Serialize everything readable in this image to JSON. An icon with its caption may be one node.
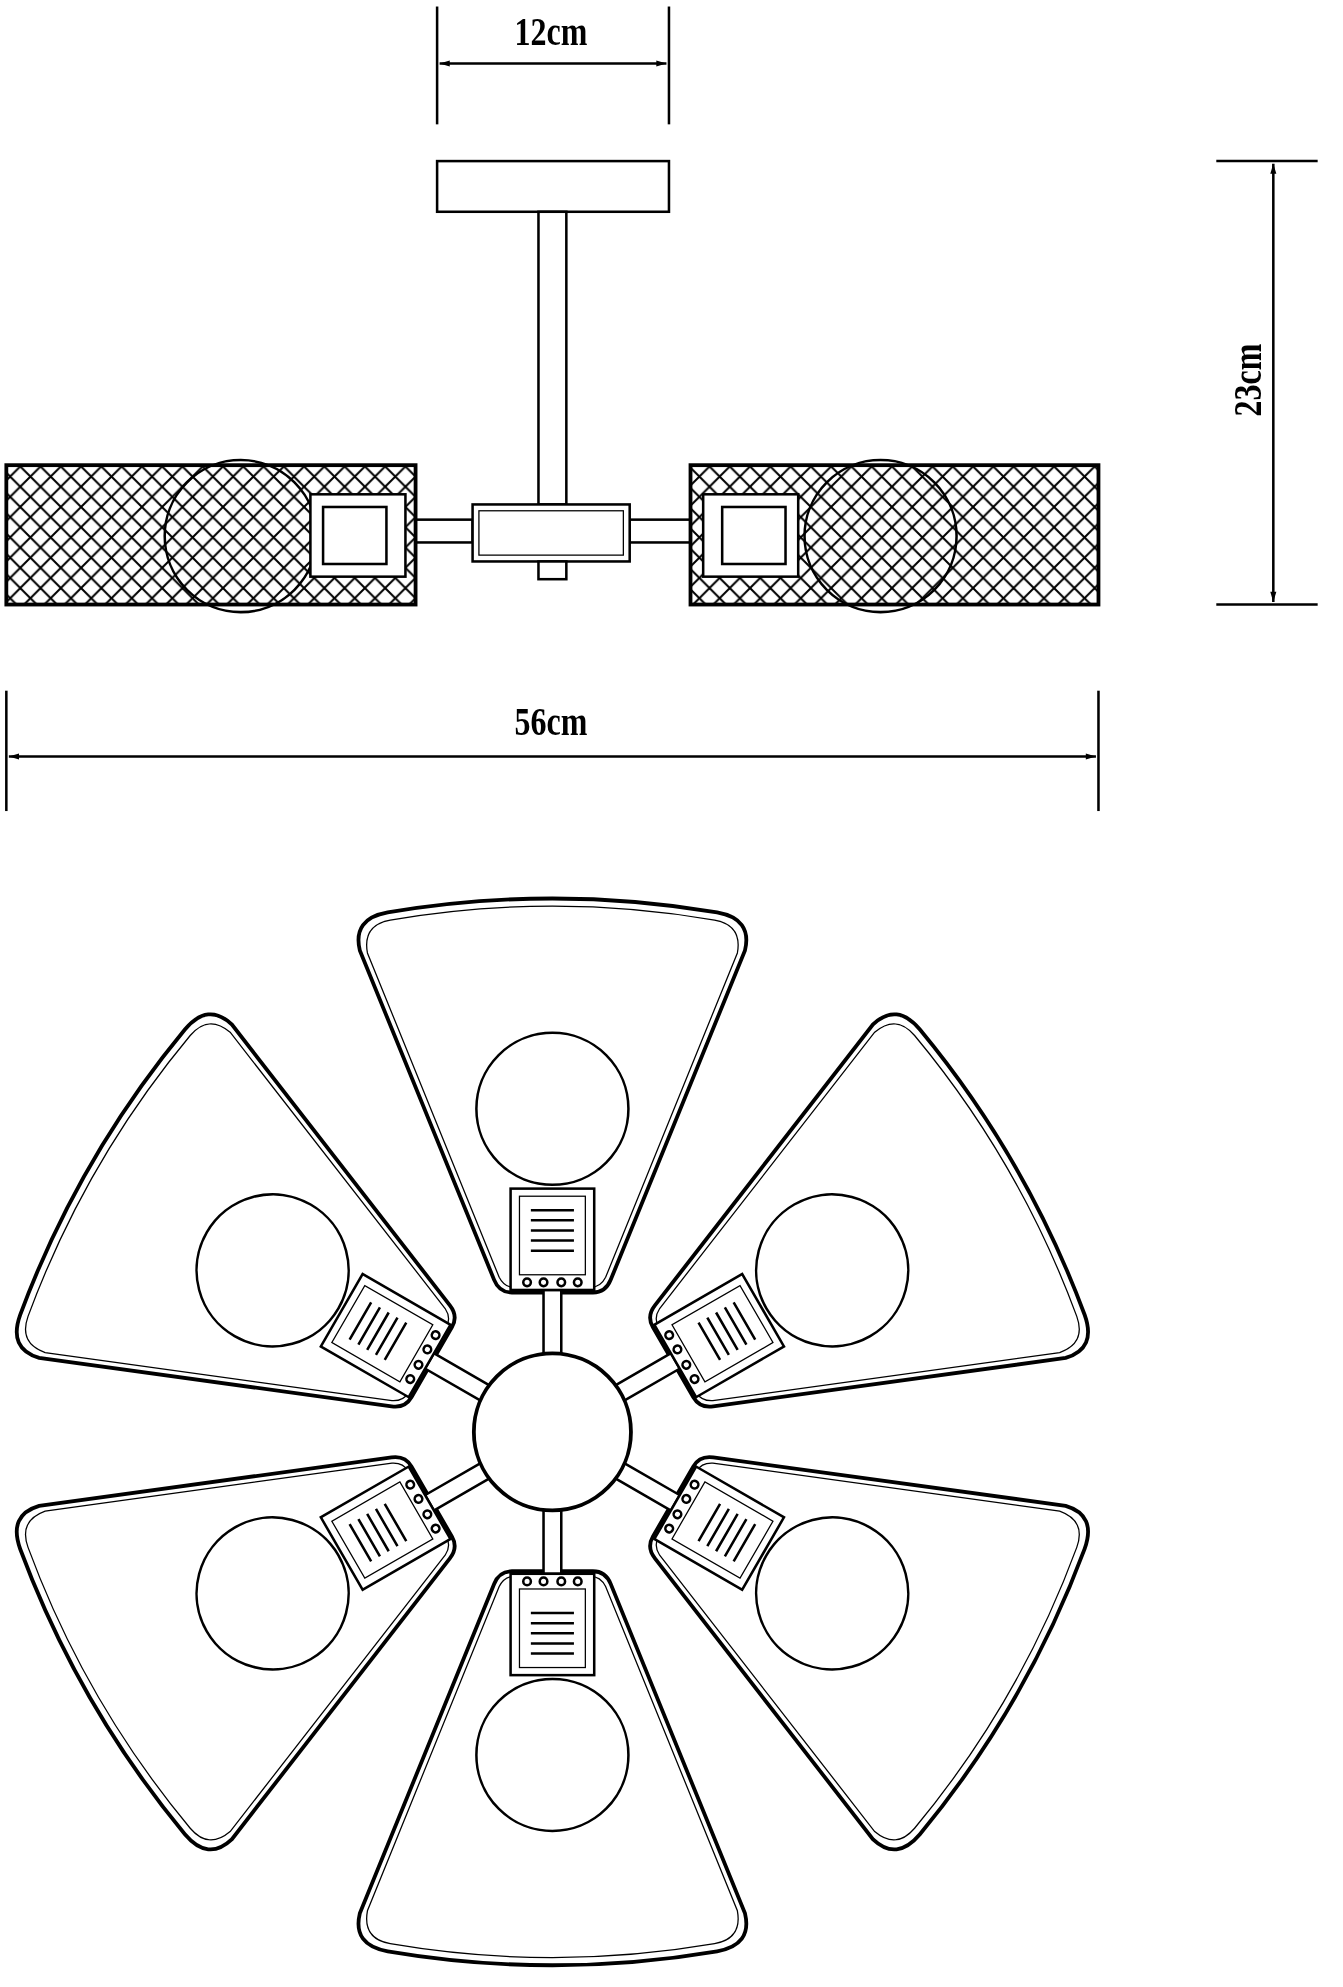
{
  "diagram": {
    "labels": [
      "12cm",
      "23cm",
      "56cm"
    ]
  }
}
